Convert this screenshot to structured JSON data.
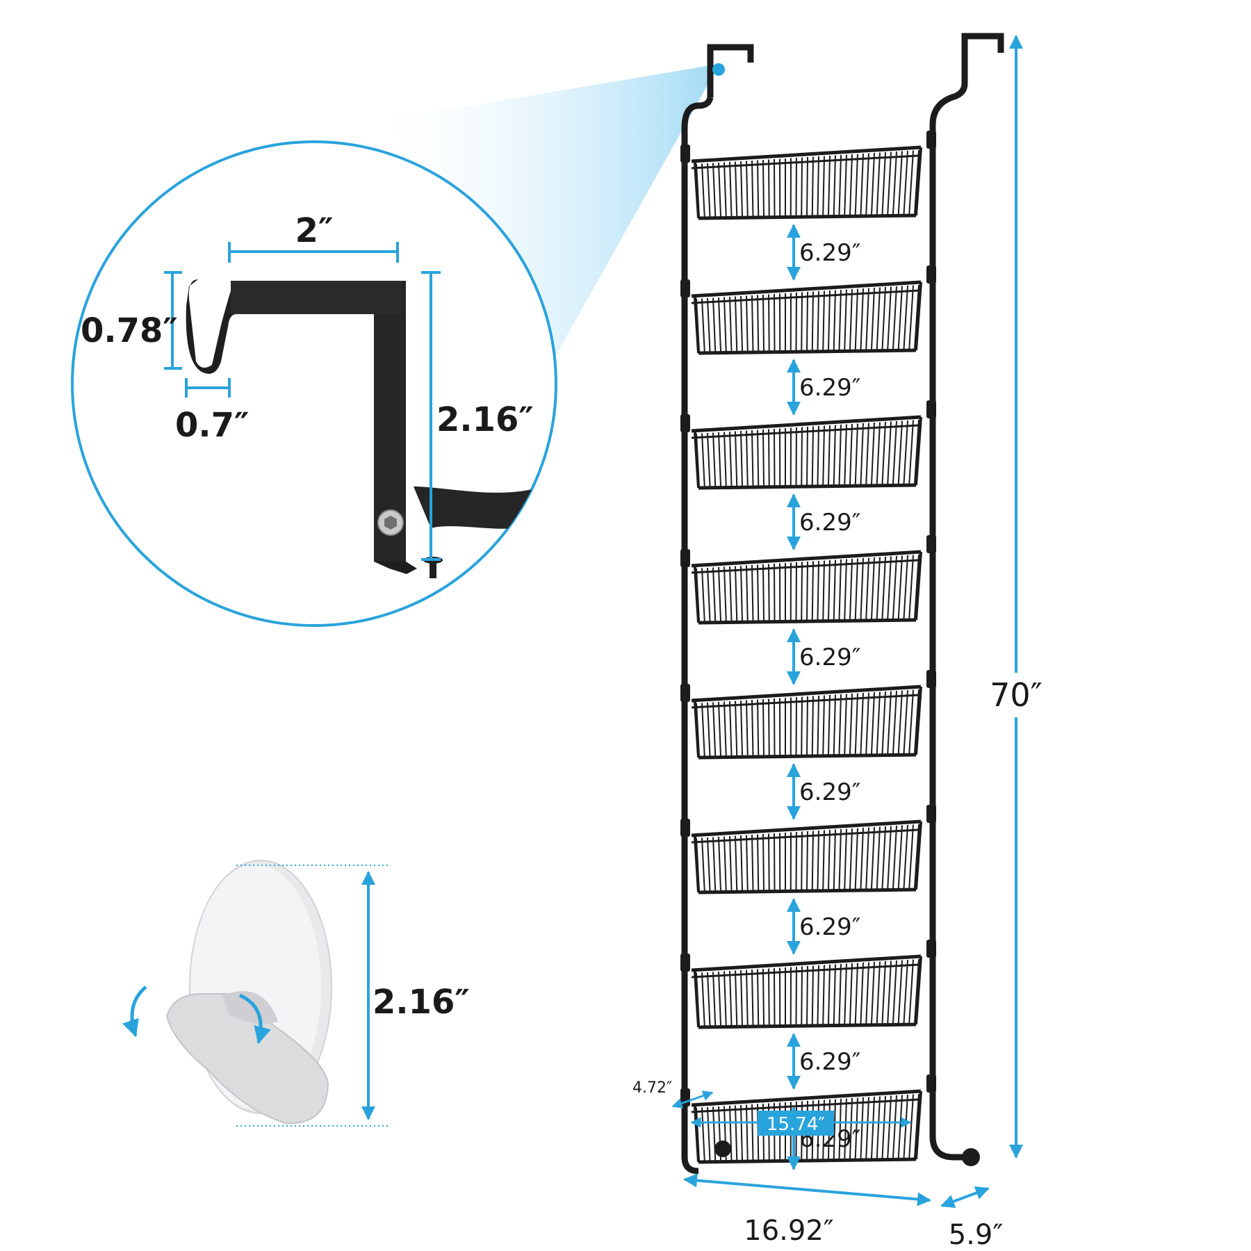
{
  "colors": {
    "accent": "#29a3dc",
    "metal": "#1c1c1c",
    "light_beam": "#bfe6f7"
  },
  "hook_detail": {
    "width_label": "2″",
    "hook_height_label": "0.78″",
    "hook_depth_label": "0.7″",
    "hook_drop_label": "2.16″"
  },
  "adhesive_hook": {
    "height_label": "2.16″"
  },
  "rack": {
    "basket_count": 8,
    "spacing_labels": [
      "6.29″",
      "6.29″",
      "6.29″",
      "6.29″",
      "6.29″",
      "6.29″",
      "6.29″",
      "6.29″"
    ],
    "height_label": "70″",
    "width_label": "16.92″",
    "depth_label": "5.9″",
    "basket_depth_label": "4.72″",
    "basket_width_label": "15.74″"
  }
}
